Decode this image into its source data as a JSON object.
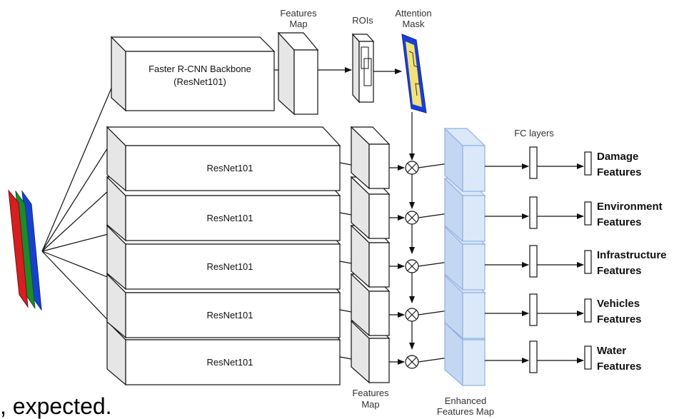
{
  "labels": {
    "features_map_top": [
      "Features",
      "Map"
    ],
    "rois": "ROIs",
    "attention_mask": [
      "Attention",
      "Mask"
    ],
    "backbone": [
      "Faster R-CNN Backbone",
      "(ResNet101)"
    ],
    "fc_layers": "FC layers",
    "features_map_bottom": [
      "Features",
      "Map"
    ],
    "enhanced_features_map": [
      "Enhanced",
      "Features Map"
    ],
    "resnet": "ResNet101"
  },
  "outputs": [
    [
      "Damage",
      "Features"
    ],
    [
      "Environment",
      "Features"
    ],
    [
      "Infrastructure",
      "Features"
    ],
    [
      "Vehicles",
      "Features"
    ],
    [
      "Water",
      "Features"
    ]
  ],
  "bottom_text": ", expected.",
  "colors": {
    "red": "#d42020",
    "green": "#1d8a2c",
    "blue": "#1840d0",
    "mask_yellow": "#f2e27a",
    "mask_border": "#1a3fd6",
    "enhanced_fill": "#dbe8fa",
    "enhanced_side": "#c4d7f2",
    "enhanced_stroke": "#8fb0de",
    "block_side": "#e6e6e6"
  }
}
